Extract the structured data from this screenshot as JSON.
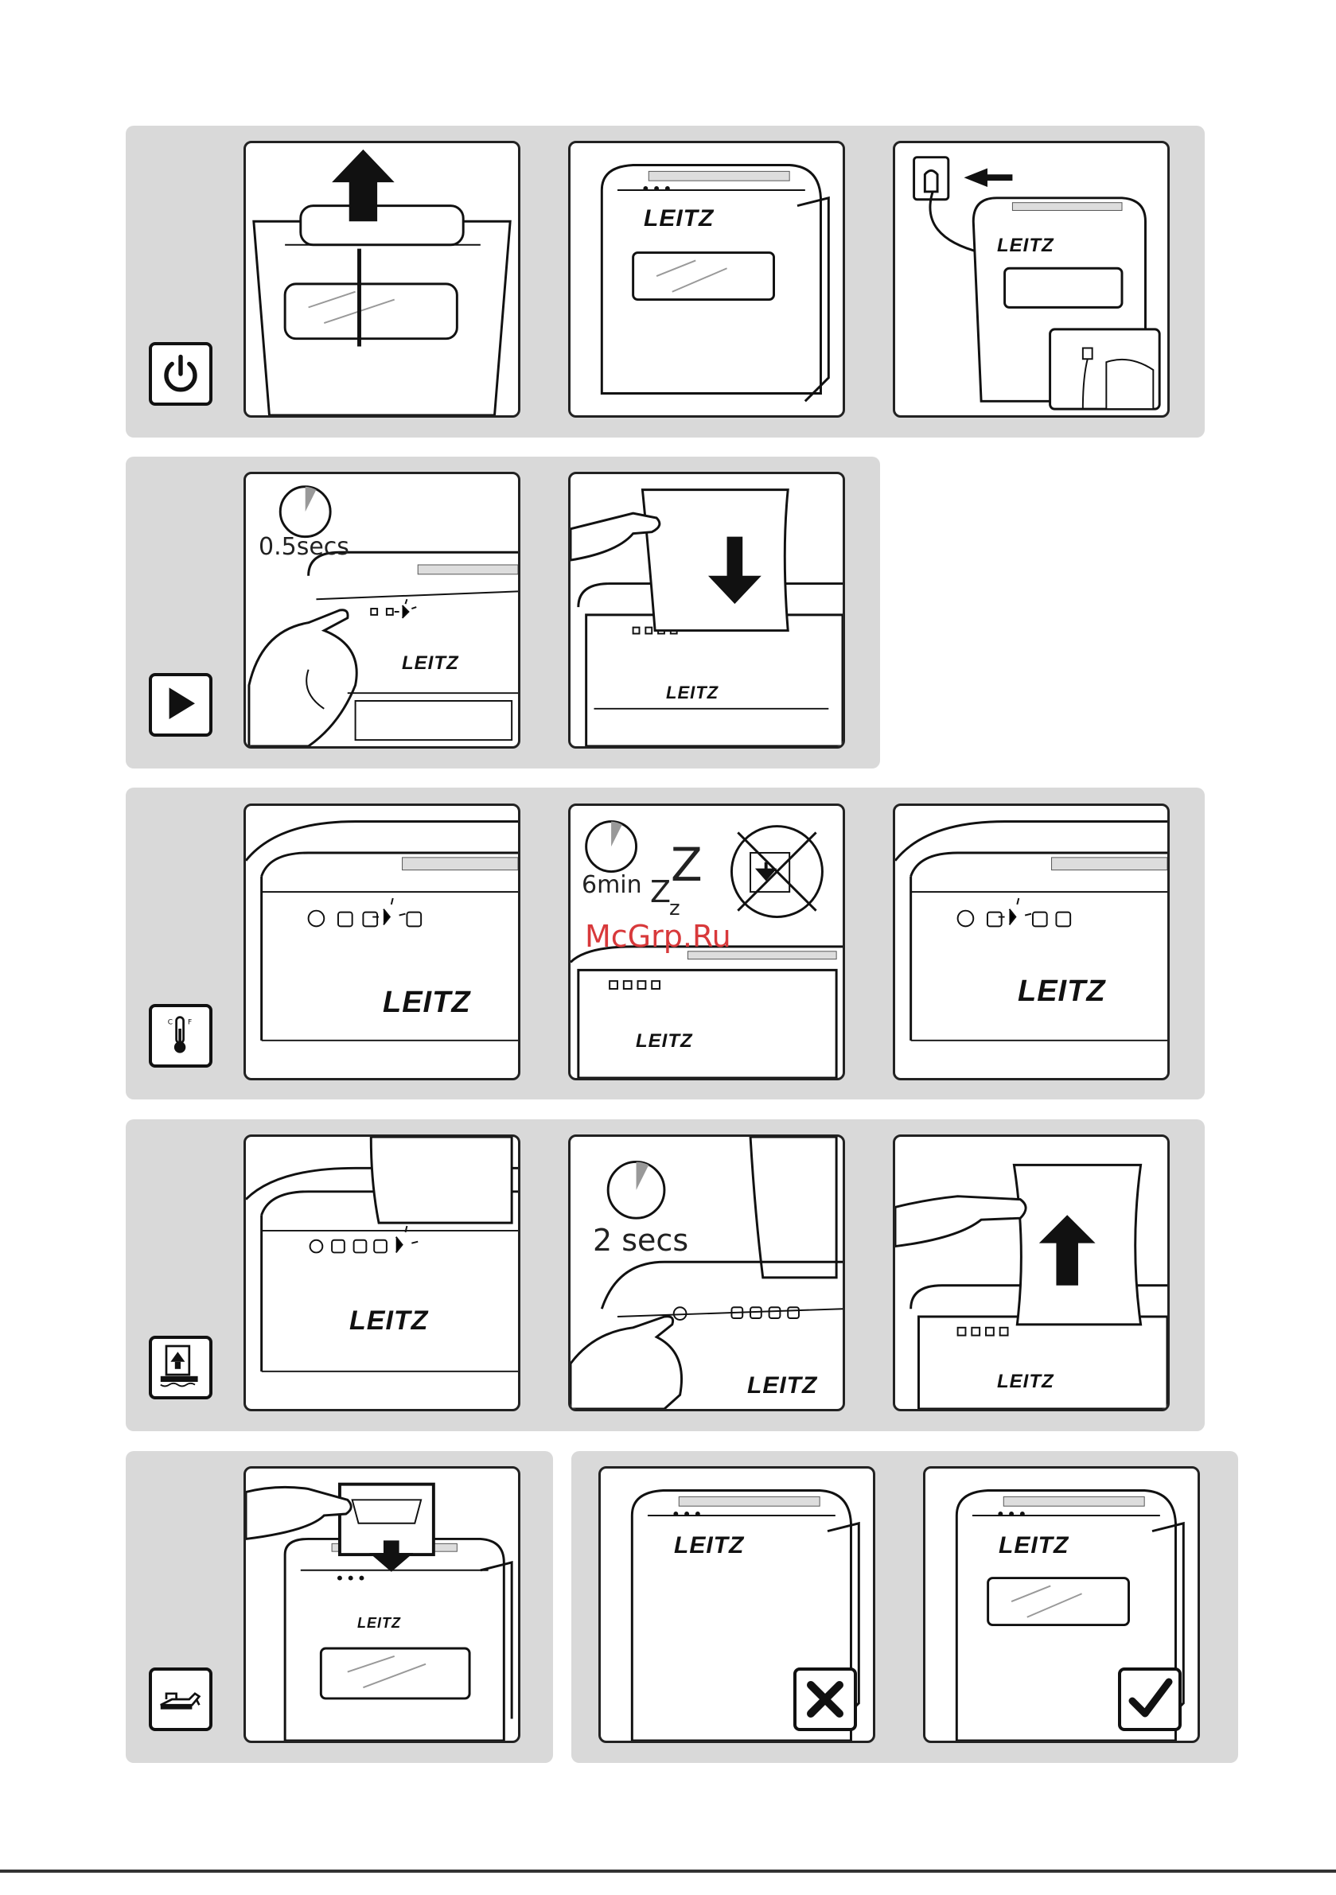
{
  "brand": "LEITZ",
  "watermark": "McGrp.Ru",
  "row2": {
    "timer_label": "0.5secs"
  },
  "row3": {
    "timer_label": "6min",
    "sleep_z": "Z",
    "sleep_z_small": "z"
  },
  "row4": {
    "timer_label": "2 secs"
  },
  "icons": {
    "row1": "power-icon",
    "row2": "play-icon",
    "row3": "thermometer-icon",
    "row4": "paper-reverse-icon",
    "row5": "oil-can-icon",
    "wrong": "cross-mark-icon",
    "right": "check-mark-icon"
  }
}
